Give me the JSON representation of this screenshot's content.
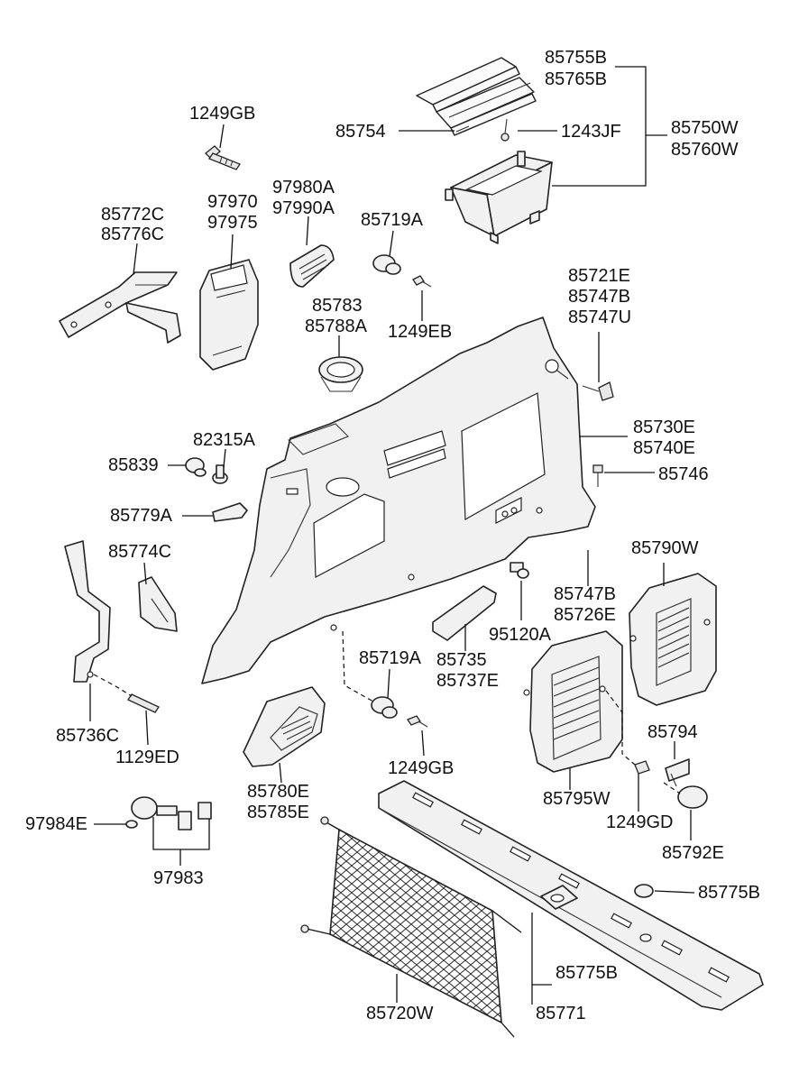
{
  "labels": {
    "p85755B": "85755B",
    "p85765B": "85765B",
    "p85754": "85754",
    "p1243JF": "1243JF",
    "p85750W": "85750W",
    "p85760W": "85760W",
    "p1249GB_top": "1249GB",
    "p97970": "97970",
    "p97975": "97975",
    "p97980A": "97980A",
    "p97990A": "97990A",
    "p85719A_top": "85719A",
    "p85772C": "85772C",
    "p85776C": "85776C",
    "p85783": "85783",
    "p85788A": "85788A",
    "p1249EB": "1249EB",
    "p85721E": "85721E",
    "p85747B_top": "85747B",
    "p85747U": "85747U",
    "p85730E": "85730E",
    "p85740E": "85740E",
    "p82315A": "82315A",
    "p85839": "85839",
    "p85746": "85746",
    "p85779A": "85779A",
    "p85774C": "85774C",
    "p85790W": "85790W",
    "p85747B_mid": "85747B",
    "p85726E": "85726E",
    "p95120A": "95120A",
    "p85735": "85735",
    "p85737E": "85737E",
    "p85719A_mid": "85719A",
    "p85736C": "85736C",
    "p1129ED": "1129ED",
    "p85794": "85794",
    "p1249GB_mid": "1249GB",
    "p85780E": "85780E",
    "p85785E": "85785E",
    "p85795W": "85795W",
    "p1249GD": "1249GD",
    "p97984E": "97984E",
    "p85792E": "85792E",
    "p97983": "97983",
    "p85775B_right": "85775B",
    "p85775B_bottom": "85775B",
    "p85771": "85771",
    "p85720W": "85720W"
  }
}
